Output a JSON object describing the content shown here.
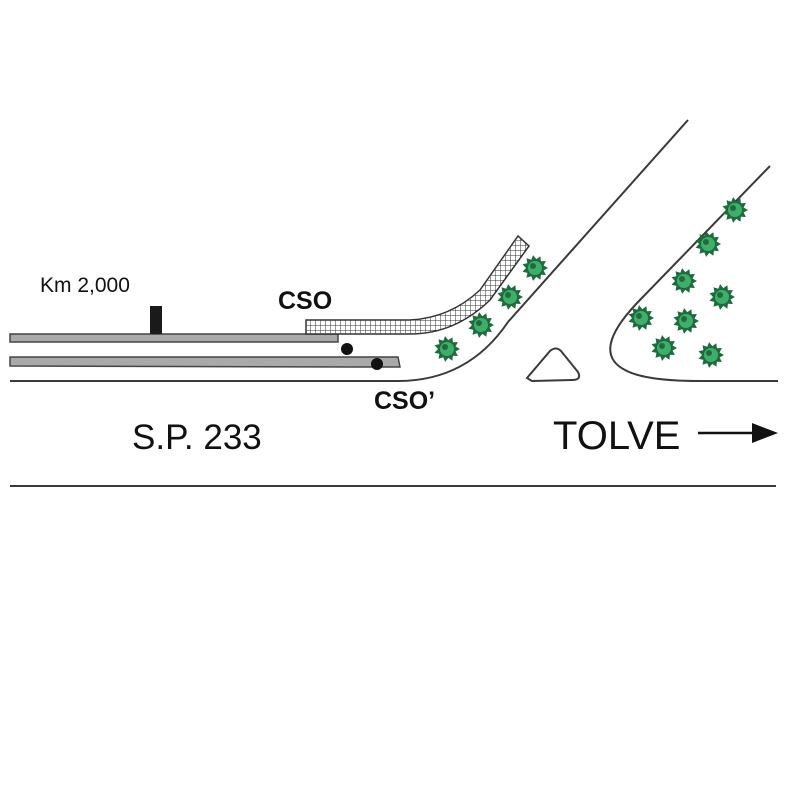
{
  "labels": {
    "km_marker": "Km 2,000",
    "cso": "CSO",
    "cso_prime": "CSO’",
    "road_name": "S.P. 233",
    "destination": "TOLVE"
  },
  "colors": {
    "line": "#3a3a3a",
    "guardrail_fill": "#a9a9a9",
    "vegetation_dark": "#1f6b3e",
    "vegetation_light": "#3fae6b",
    "text": "#111111"
  },
  "icons": {
    "km_post": "milestone-post-icon",
    "direction": "right-arrow-icon",
    "vegetation": "shrub-icon",
    "measurement_point": "dot-icon"
  }
}
